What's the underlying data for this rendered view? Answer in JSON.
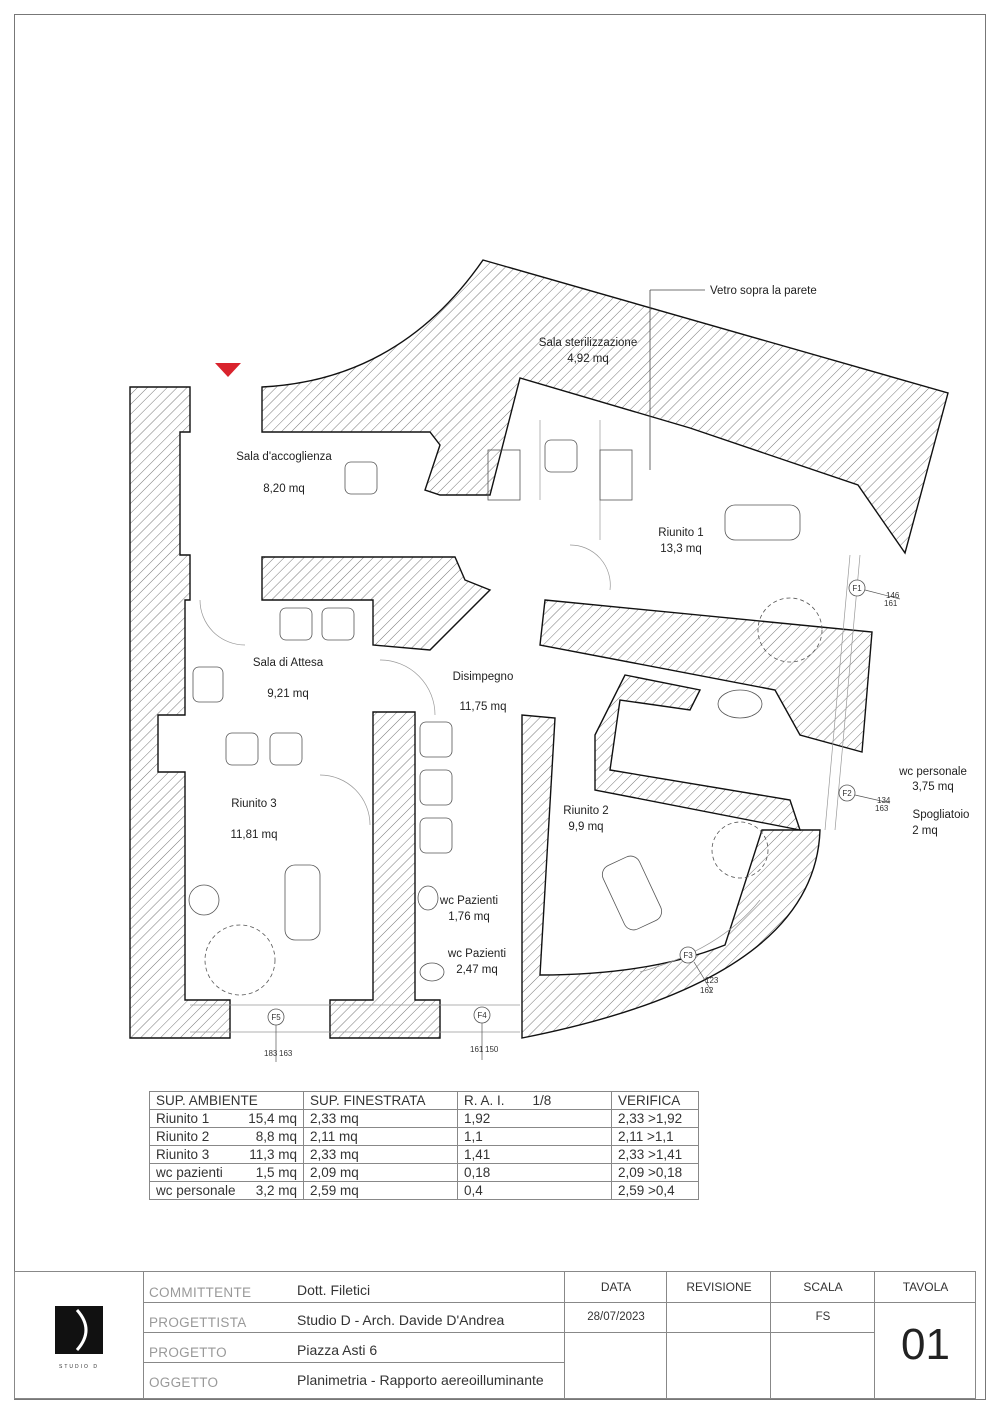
{
  "rooms": [
    {
      "name": "Sala d'accoglienza",
      "area": "8,20 mq"
    },
    {
      "name": "Sala sterilizzazione",
      "area": "4,92 mq"
    },
    {
      "name": "Riunito 1",
      "area": "13,3 mq"
    },
    {
      "name": "Sala di Attesa",
      "area": "9,21 mq"
    },
    {
      "name": "Disimpegno",
      "area": "11,75 mq"
    },
    {
      "name": "Riunito 3",
      "area": "11,81 mq"
    },
    {
      "name": "Riunito 2",
      "area": "9,9 mq"
    },
    {
      "name": "wc Pazienti",
      "area": "1,76 mq"
    },
    {
      "name": "wc Pazienti",
      "area": "2,47 mq"
    },
    {
      "name": "wc personale",
      "area": "3,75 mq"
    },
    {
      "name": "Spogliatoio",
      "area": "2 mq"
    }
  ],
  "annotation": "Vetro sopra la parete",
  "windows": [
    {
      "id": "F1",
      "dim_top": "146",
      "dim_bottom": "161"
    },
    {
      "id": "F2",
      "dim_top": "134",
      "dim_bottom": "163"
    },
    {
      "id": "F3",
      "dim_top": "123",
      "dim_bottom": "162"
    },
    {
      "id": "F4",
      "dim_top": "150",
      "dim_bottom": "161"
    },
    {
      "id": "F5",
      "dim_top": "163",
      "dim_bottom": "183"
    }
  ],
  "entrance_color": "#d9232d",
  "table": {
    "headers": [
      "SUP. AMBIENTE",
      "SUP. FINESTRATA",
      "R. A. I.",
      "1/8",
      "VERIFICA"
    ],
    "rows": [
      {
        "room": "Riunito 1",
        "area": "15,4 mq",
        "fin": "2,33 mq",
        "rai": "1,92",
        "ver": "2,33 >1,92"
      },
      {
        "room": "Riunito 2",
        "area": "8,8 mq",
        "fin": "2,11 mq",
        "rai": "1,1",
        "ver": "2,11 >1,1"
      },
      {
        "room": "Riunito 3",
        "area": "11,3 mq",
        "fin": "2,33 mq",
        "rai": "1,41",
        "ver": "2,33 >1,41"
      },
      {
        "room": "wc pazienti",
        "area": "1,5 mq",
        "fin": "2,09 mq",
        "rai": "0,18",
        "ver": "2,09 >0,18"
      },
      {
        "room": "wc personale",
        "area": "3,2 mq",
        "fin": "2,59 mq",
        "rai": "0,4",
        "ver": "2,59 >0,4"
      }
    ]
  },
  "titleblock": {
    "logo_text": "STUDIO D",
    "committente_label": "COMMITTENTE",
    "committente": "Dott. Filetici",
    "progettista_label": "PROGETTISTA",
    "progettista": "Studio D - Arch. Davide D'Andrea",
    "progetto_label": "PROGETTO",
    "progetto": "Piazza Asti 6",
    "oggetto_label": "OGGETTO",
    "oggetto": "Planimetria - Rapporto aereoilluminante",
    "data_label": "DATA",
    "data": "28/07/2023",
    "revisione_label": "REVISIONE",
    "revisione": "",
    "scala_label": "SCALA",
    "scala": "FS",
    "tavola_label": "TAVOLA",
    "tavola": "01"
  }
}
